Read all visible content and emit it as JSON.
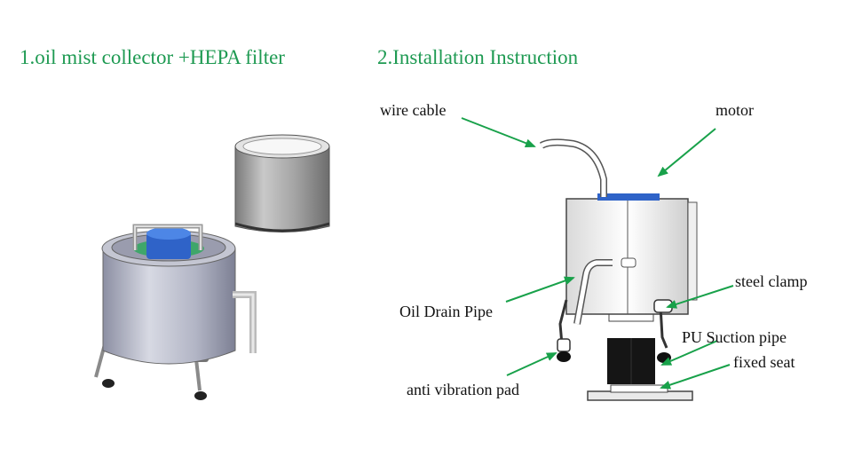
{
  "colors": {
    "heading": "#1e9a52",
    "arrow": "#18a14a",
    "body": "#b9bcc8",
    "motor": "#2f63c8",
    "filter": "#a9a9a9"
  },
  "headings": {
    "left": "1.oil mist collector +HEPA filter",
    "right": "2.Installation Instruction"
  },
  "labels": {
    "wire_cable": "wire cable",
    "motor": "motor",
    "steel_clamp": "steel clamp",
    "oil_drain_pipe": "Oil Drain Pipe",
    "pu_suction_pipe": "PU Suction pipe",
    "fixed_seat": "fixed seat",
    "anti_vibration_pad": "anti vibration pad"
  },
  "icons": [
    "collector-drawing",
    "hepa-filter-drawing",
    "installation-drawing",
    "pointer-arrow"
  ]
}
